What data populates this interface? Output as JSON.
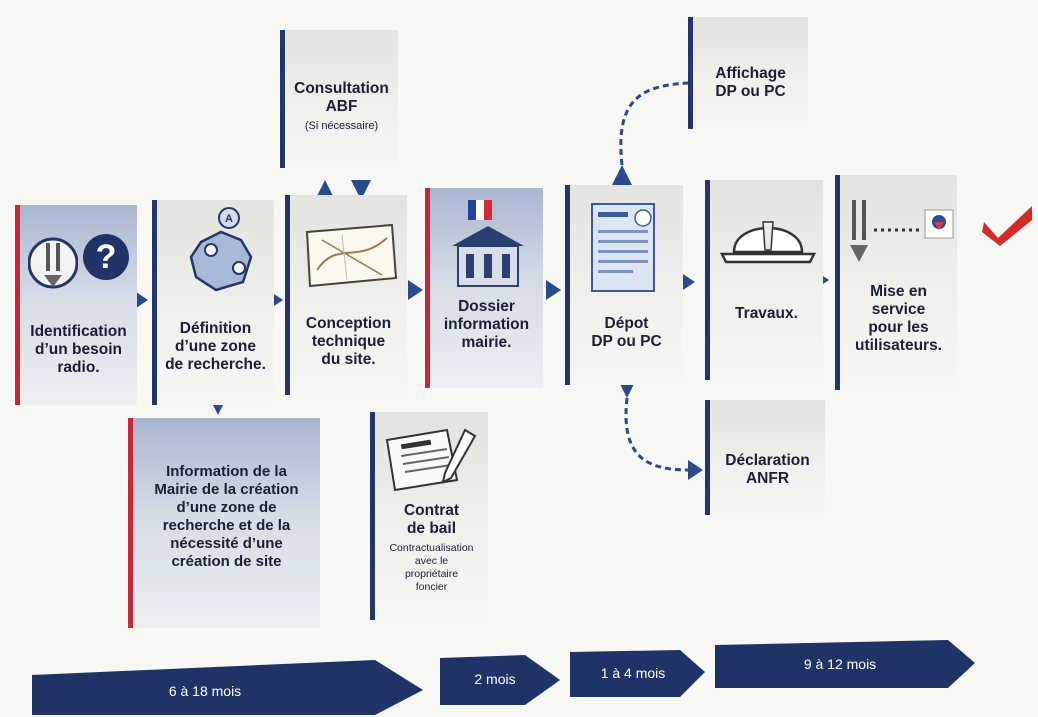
{
  "steps": {
    "identification": "Identification\nd’un besoin\nradio.",
    "definition": "Définition\nd’une zone\nde recherche.",
    "conception": "Conception\ntechnique\ndu site.",
    "dossier": "Dossier\ninformation\nmairie.",
    "depot": "Dépot\nDP ou PC",
    "travaux": "Travaux.",
    "mise_en_service": "Mise en\nservice\npour les\nutilisateurs."
  },
  "branches": {
    "consultation_title": "Consultation\nABF",
    "consultation_note": "(Si nécessaire)",
    "affichage": "Affichage\nDP ou PC",
    "declaration": "Déclaration\nANFR",
    "information_mairie": "Information de la\nMairie de la création\nd’une zone de\nrecherche et de la\nnécessité d’une\ncréation de site",
    "contrat_title": "Contrat\nde bail",
    "contrat_note": "Contractualisation\navec le\npropriétaire\nfoncier"
  },
  "timeline": {
    "phase1": "6 à 18 mois",
    "phase2": "2 mois",
    "phase3": "1 à 4 mois",
    "phase4": "9 à 12 mois"
  },
  "colors": {
    "navy": "#23356b",
    "red_accent": "#c62839",
    "arrow_blue": "#2a4a8c",
    "box_grey": "#e6e6e1"
  },
  "icons": [
    "antenna-icon",
    "question-mark-icon",
    "france-map-icon",
    "site-plan-icon",
    "town-hall-icon",
    "french-flag-icon",
    "permit-form-icon",
    "hard-hat-icon",
    "contract-pen-icon",
    "operator-logo-icon",
    "red-check-icon"
  ]
}
